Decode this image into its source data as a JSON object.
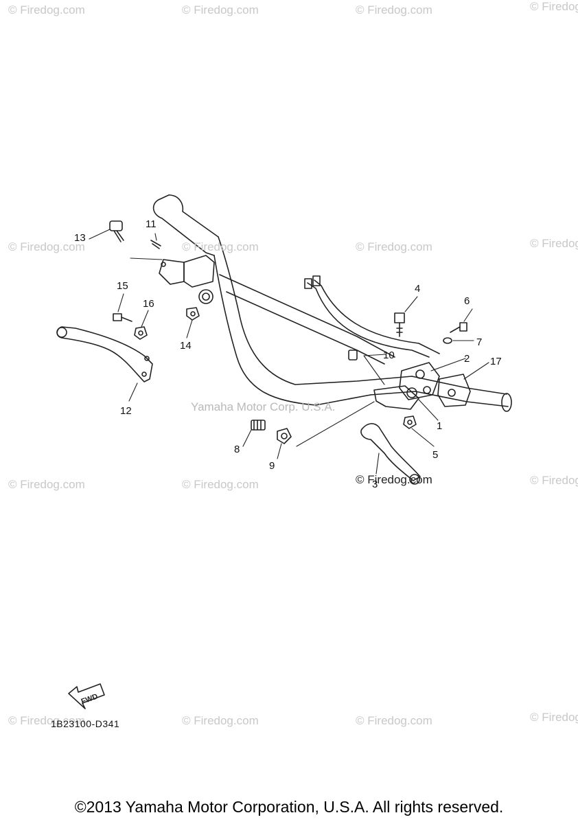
{
  "watermark": "© Firedog.com",
  "credit": "Yamaha Motor Corp. U.S.A.",
  "inline_watermark": "© Firedog.com",
  "part_code": "1B23100-D341",
  "fwd_label": "FWD",
  "copyright": "©2013 Yamaha Motor Corporation, U.S.A. All rights reserved.",
  "callouts": [
    "1",
    "2",
    "3",
    "4",
    "5",
    "6",
    "7",
    "8",
    "9",
    "10",
    "11",
    "12",
    "13",
    "14",
    "15",
    "16",
    "17"
  ]
}
